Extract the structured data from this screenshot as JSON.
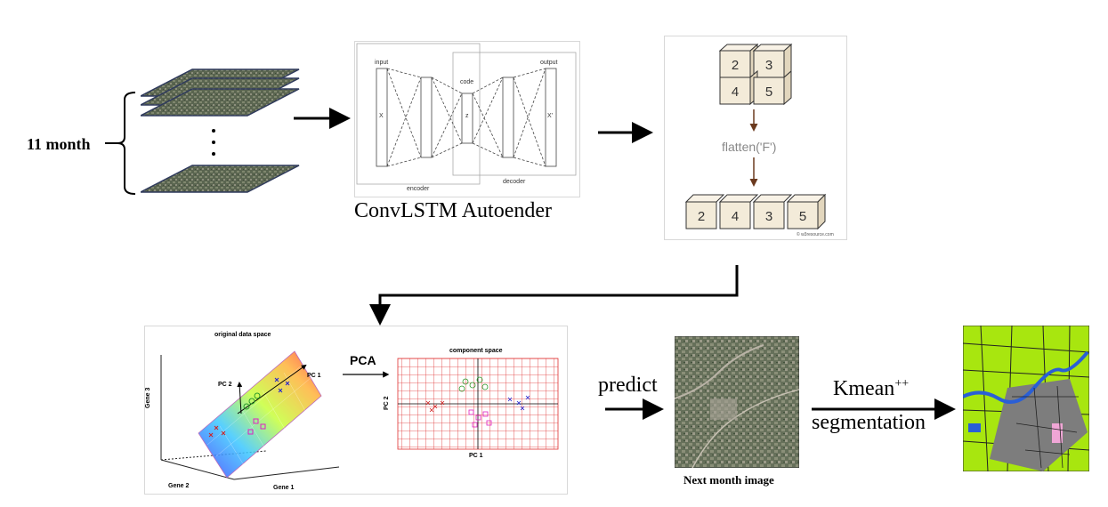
{
  "input_stack": {
    "label": "11 month"
  },
  "autoencoder": {
    "caption": "ConvLSTM Autoender",
    "labels": {
      "input": "input",
      "output": "output",
      "code": "code",
      "x": "X",
      "z": "z",
      "xprime": "X'",
      "encoder": "encoder",
      "decoder": "decoder"
    }
  },
  "flatten": {
    "top_cubes": [
      "2",
      "3",
      "4",
      "5"
    ],
    "operation": "flatten('F')",
    "bottom_cubes": [
      "2",
      "4",
      "3",
      "5"
    ],
    "credit": "© w3resource.com"
  },
  "pca": {
    "left_title": "original data space",
    "pc1": "PC 1",
    "pc2": "PC 2",
    "gene1": "Gene 1",
    "gene2": "Gene 2",
    "gene3": "Gene 3",
    "arrow_label": "PCA",
    "right_title": "component space",
    "axis_x": "PC 1",
    "axis_y": "PC 2"
  },
  "predict": {
    "label": "predict"
  },
  "next_month": {
    "caption": "Next month image"
  },
  "segmentation": {
    "label_main": "Kmean",
    "label_sup": "++",
    "label_line2": "segmentation"
  },
  "colors": {
    "satellite": "#5d6650",
    "map_green": "#a8e60f",
    "map_gray": "#7d7d7d",
    "map_blue": "#2a5fd6",
    "map_pink": "#f0a6d6",
    "cube_face": "#f3ebd9",
    "grid_red": "#e03030"
  }
}
